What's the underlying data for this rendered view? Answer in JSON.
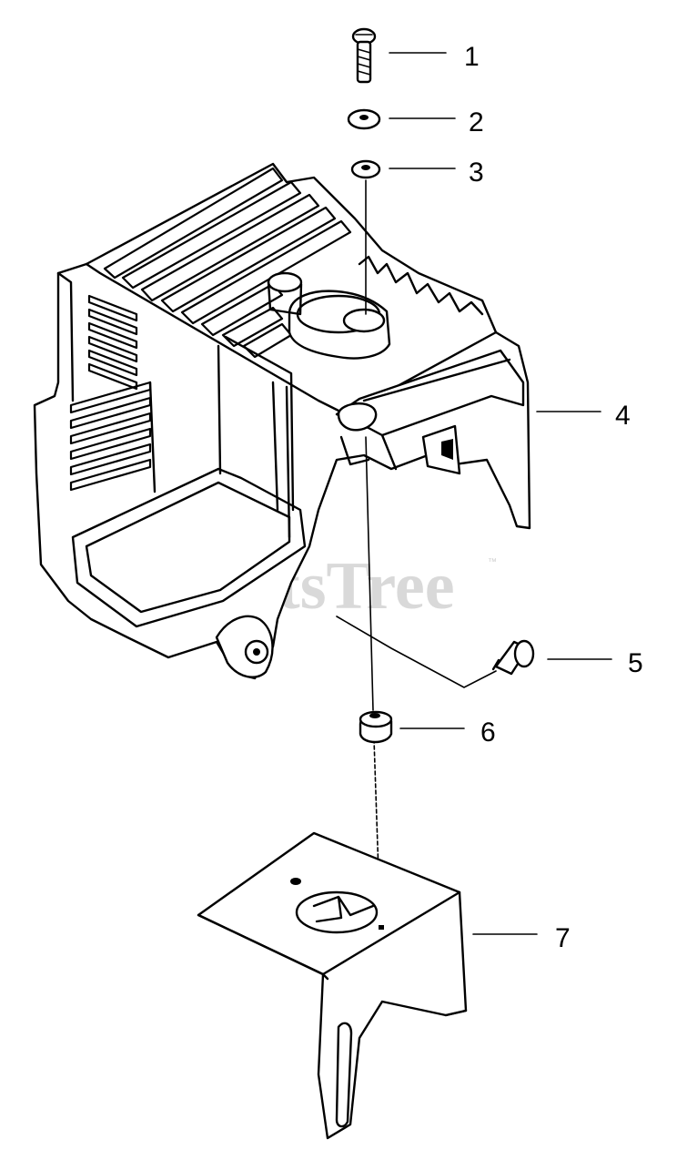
{
  "watermark": {
    "text": "PartsTree",
    "trademark": "™"
  },
  "callouts": [
    {
      "number": "1",
      "part": "screw"
    },
    {
      "number": "2",
      "part": "washer"
    },
    {
      "number": "3",
      "part": "spring-washer"
    },
    {
      "number": "4",
      "part": "cylinder-cover"
    },
    {
      "number": "5",
      "part": "bolt"
    },
    {
      "number": "6",
      "part": "grommet"
    },
    {
      "number": "7",
      "part": "bracket"
    }
  ]
}
